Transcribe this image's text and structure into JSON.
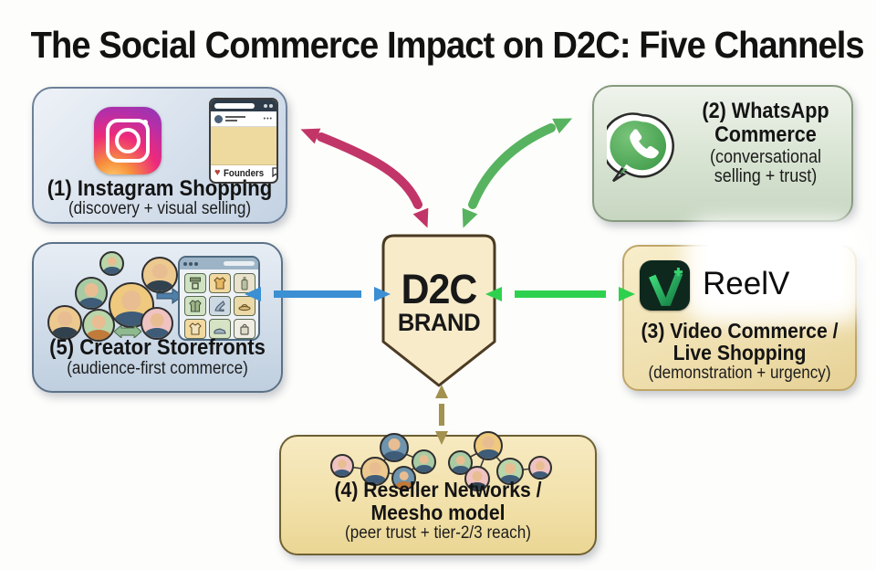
{
  "title": "The Social Commerce Impact on D2C: Five Channels",
  "d2c": {
    "line1": "D2C",
    "line2": "BRAND"
  },
  "channels": {
    "instagram": {
      "title": "(1) Instagram Shopping",
      "subtitle": "(discovery + visual selling)",
      "post_caption": "Founders"
    },
    "whatsapp": {
      "title_line1": "(2) WhatsApp",
      "title_line2": "Commerce",
      "subtitle_line1": "(conversational",
      "subtitle_line2": "selling + trust)"
    },
    "video": {
      "logo_wordmark": "ReelV",
      "title_line1": "(3) Video Commerce /",
      "title_line2": "Live Shopping",
      "subtitle": "(demonstration + urgency)"
    },
    "reseller": {
      "title_line1": "(4) Reseller Networks /",
      "title_line2": "Meesho model",
      "subtitle": "(peer trust + tier-2/3 reach)"
    },
    "creator": {
      "title": "(5) Creator Storefronts",
      "subtitle": "(audience-first commerce)"
    }
  },
  "colors": {
    "pink_curved_arrow": "#c23568",
    "green_curved_arrow": "#57b35f",
    "blue_straight_arrow": "#3b8fd3",
    "green_straight_arrow": "#2ed14e",
    "olive_vertical_arrow": "#a3914f",
    "shield_fill": "#f7ebca",
    "shield_stripe": "#c9ad66",
    "whatsapp_green": "#55aa57",
    "reelv_green": "#2fd36b",
    "instagram_gradient": [
      "#8a3ab9",
      "#ee2a7b",
      "#f7923c",
      "#fdc468"
    ]
  }
}
